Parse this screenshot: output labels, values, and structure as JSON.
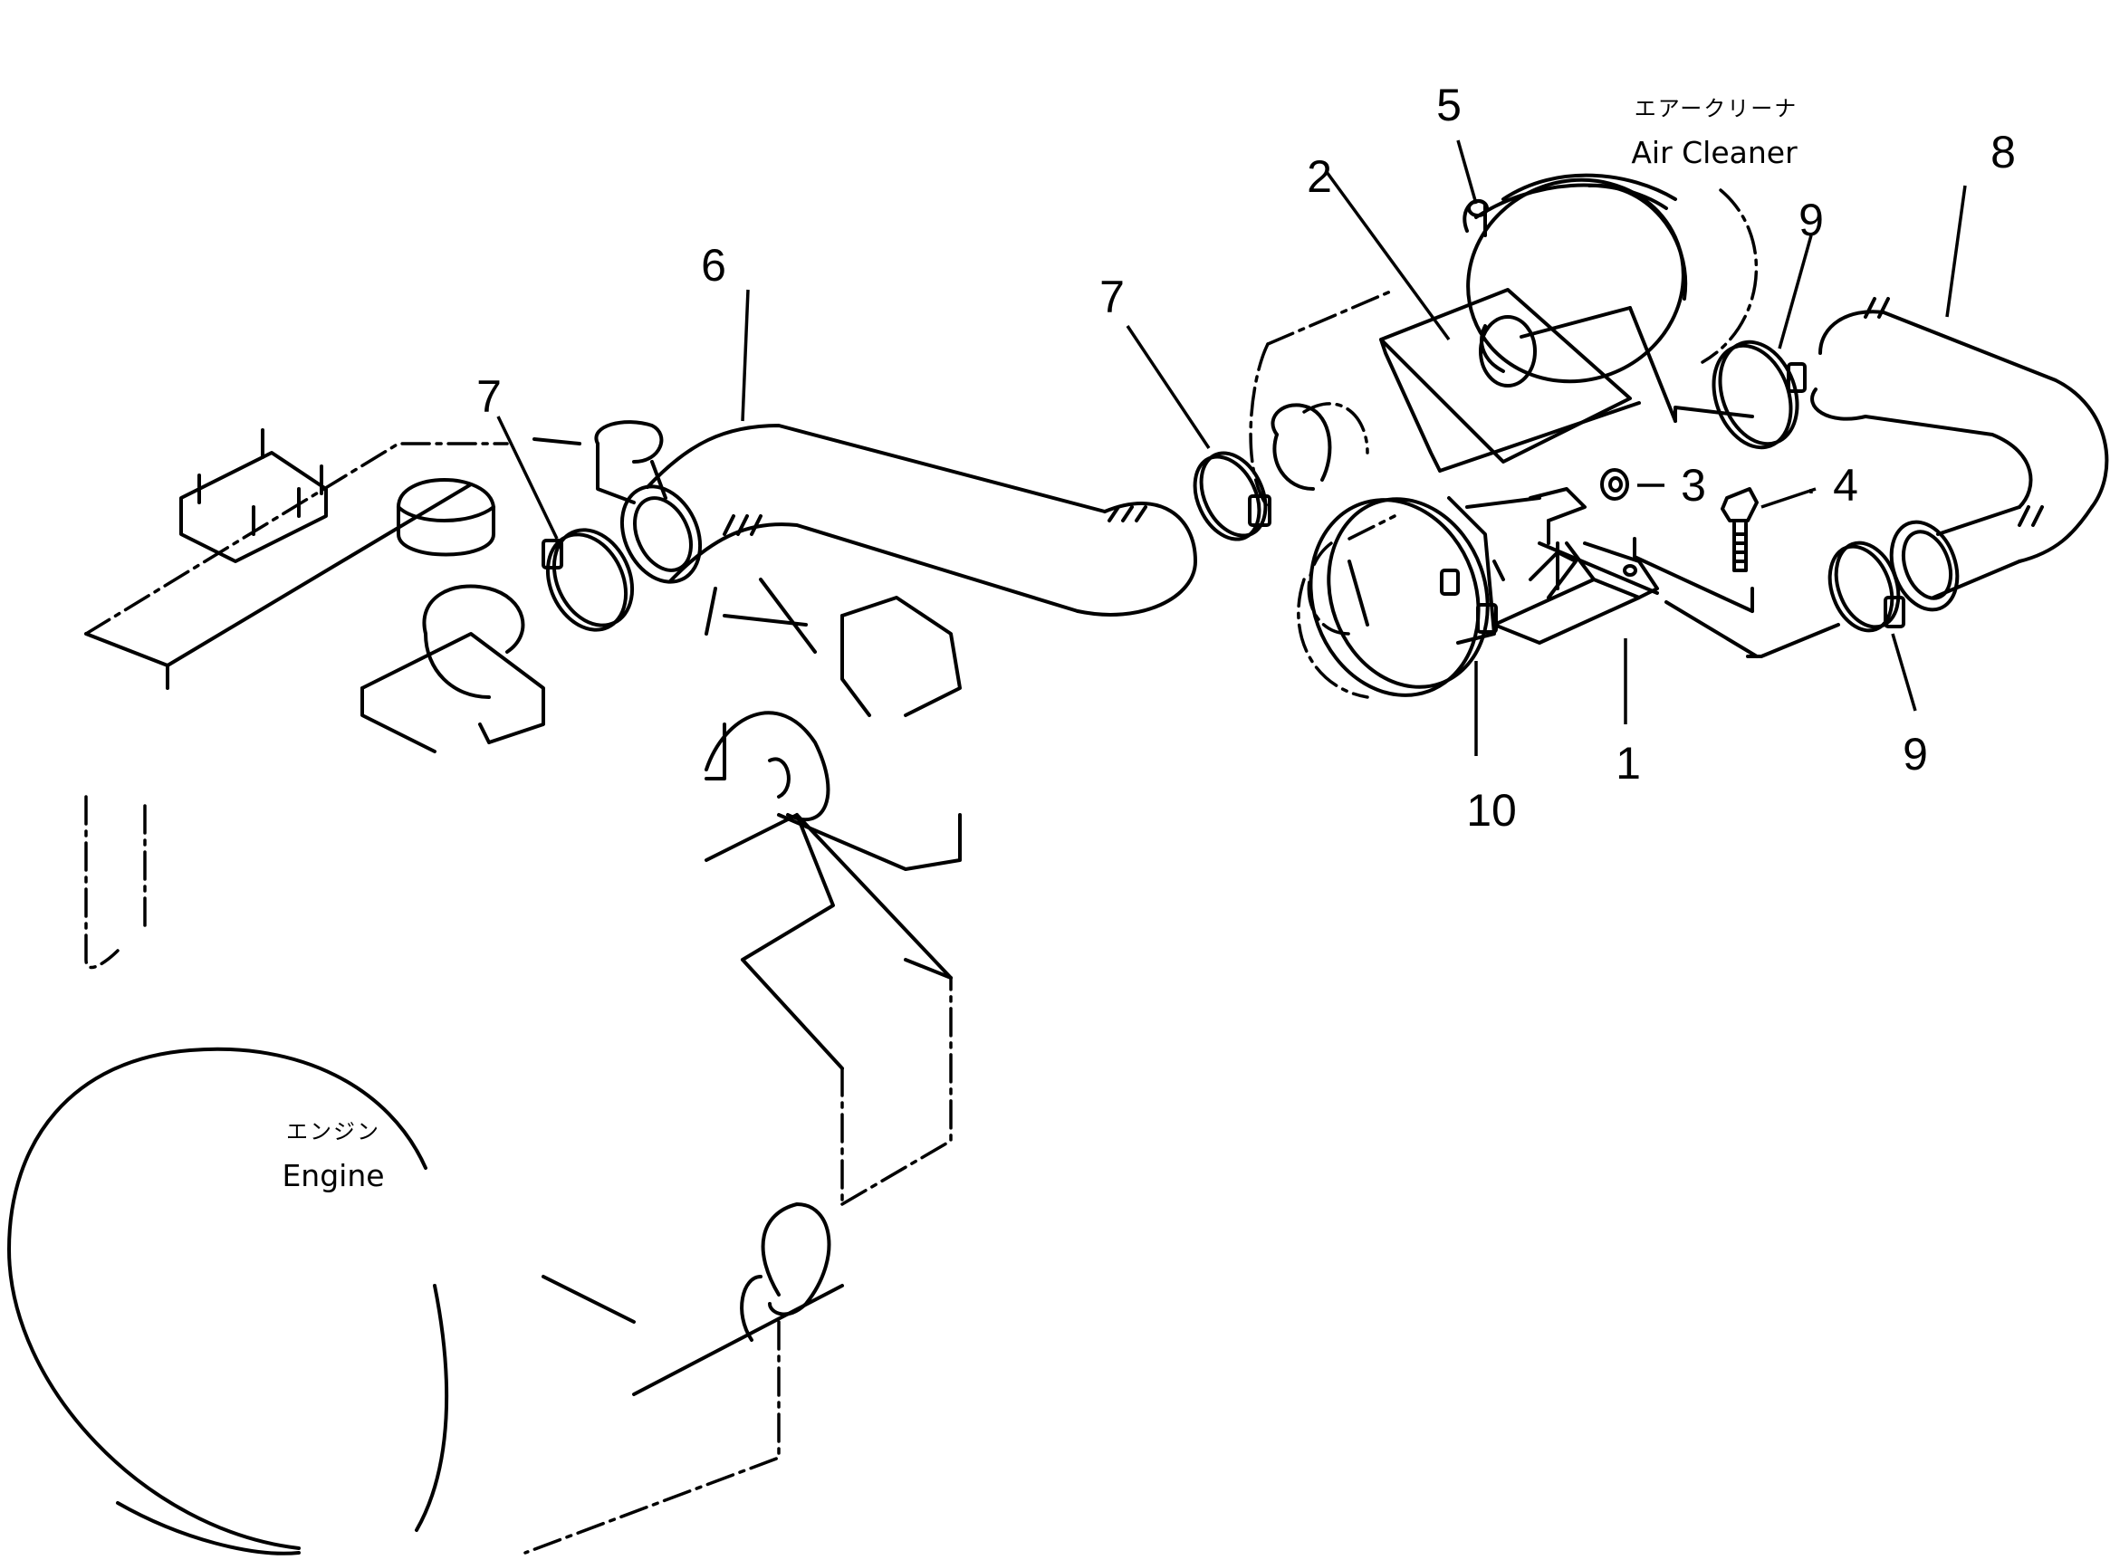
{
  "labels": {
    "air_cleaner_jp": "エアークリーナ",
    "air_cleaner_en": "Air Cleaner",
    "engine_jp": "エンジン",
    "engine_en": "Engine"
  },
  "callouts": {
    "c1": "1",
    "c2": "2",
    "c3": "3",
    "c4": "4",
    "c5": "5",
    "c6": "6",
    "c7_left": "7",
    "c7_right": "7",
    "c8": "8",
    "c9_top": "9",
    "c9_bottom": "9",
    "c10": "10"
  }
}
